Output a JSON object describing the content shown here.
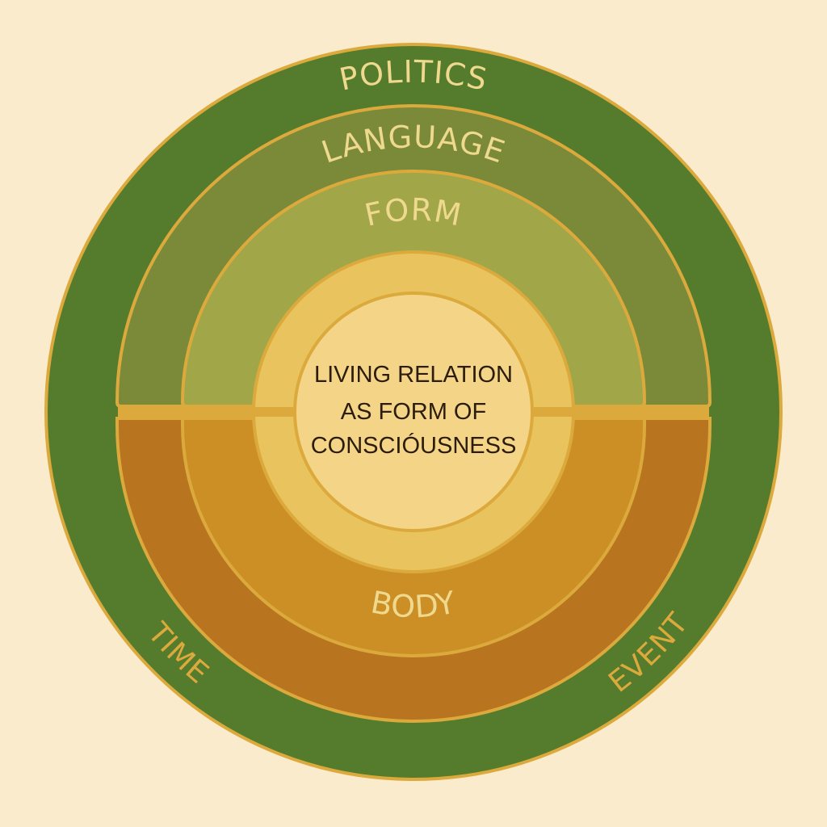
{
  "diagram": {
    "center_text": {
      "line1": "LIVING RELATION",
      "line2": "AS FORM OF",
      "line3": "CONSCIÓUSNESS"
    },
    "rings": {
      "politics": "POLITICS",
      "language": "LANGUAGE",
      "form": "FORM",
      "body": "BODY"
    },
    "outer_side_labels": {
      "time": "TIME",
      "event": "EVENT"
    }
  },
  "colors": {
    "background": "#f9ebcb",
    "outer_ring_green": "#557b2d",
    "language_band": "#7a8a38",
    "form_band": "#a1a648",
    "body_band_outer": "#b8741f",
    "body_band_inner": "#cc8f25",
    "inner_ring": "#e8c35e",
    "core": "#f4d487",
    "stroke_gold": "#dcaa3c",
    "label_cream": "#efd98e",
    "center_text": "#2b1c0c"
  }
}
